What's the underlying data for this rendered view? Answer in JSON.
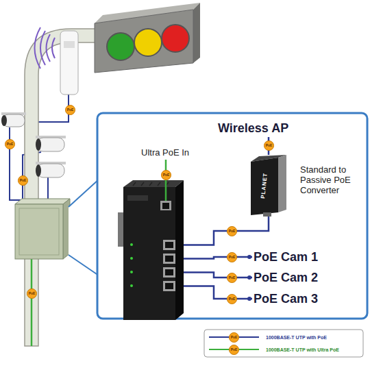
{
  "diagram": {
    "nodes": [
      {
        "text": [
          "Wireless AP"
        ]
      },
      {
        "text": [
          "Ultra PoE In"
        ]
      },
      {
        "text": [
          "PLANET",
          "Standard to Passive PoE Converter"
        ]
      },
      {
        "text": [
          "PoE Cam 1"
        ]
      },
      {
        "text": [
          "PoE Cam 2"
        ]
      },
      {
        "text": [
          "PoE Cam 3"
        ]
      }
    ],
    "edges": [
      {
        "from": 1,
        "to": 2,
        "label": "PoE",
        "arrow": "none"
      },
      {
        "from": 1,
        "to": 3,
        "label": "PoE",
        "arrow": "none"
      },
      {
        "from": 1,
        "to": 4,
        "label": "PoE",
        "arrow": "none"
      },
      {
        "from": 1,
        "to": 5,
        "label": "PoE",
        "arrow": "none"
      },
      {
        "from": 2,
        "to": 0,
        "label": "PoE",
        "arrow": "none"
      }
    ],
    "labels": [
      "PoE",
      "PoE",
      "PoE",
      "PoE",
      "PoE",
      "PoE",
      "PoE"
    ],
    "legend": [
      {
        "text": "1000BASE-T UTP with PoE"
      },
      {
        "text": "1000BASE-T UTP with Ultra PoE"
      }
    ]
  }
}
